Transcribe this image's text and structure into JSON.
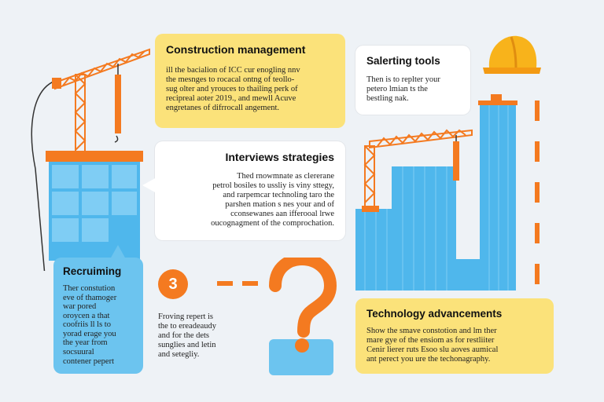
{
  "cards": {
    "construction_management": {
      "title": "Construction management",
      "body": "ill the bacialion of ICC cur enogling nnv\nthe mesnges to rocacal ontng of teollo-\nsug olter and yrouces to thailing perk of\nrecipreal aoter 2019., and mewll Acuve\nengretanes of difrrocall angement."
    },
    "selecting_tools": {
      "title": "Salerting tools",
      "body": "Then is to replter your\npetero lmian ts the\nbestling nak."
    },
    "interviews_strategies": {
      "title": "Interviews strategies",
      "body": "Thed rnowmnate as clererane\npetrol bosiles to ussliy is viny sttegy,\nand rarpemcar technoling taro the\nparshen mation s nes your and of\ncconsewanes aan ifferooal lrwe\noucognagment of the comprochation."
    },
    "recruiting": {
      "title": "Recruiming",
      "body": "Ther constution\neve of thamoger\nwar pored\noroycen a that\ncoofriis ll ls to\nyorad erage you\nthe year from\nsocsuural\ncontener pepert"
    },
    "step3": {
      "number": "3",
      "body": "Froving repert is\nthe to ereadeaudy\nand for the dets\nsunglies and letin\nand setegliy."
    },
    "technology_advancements": {
      "title": "Technology advancements",
      "body": "Show the smave constotion and lm ther\nmare gye of the ensiom as for restliiter\nCenir lierer ruts Esoo slu aoves aumical\nant perect you ure the techonagraphy."
    }
  },
  "colors": {
    "background": "#eef2f6",
    "accent_orange": "#f47a20",
    "card_yellow": "#fbe27a",
    "card_blue": "#6cc4ef",
    "building_blue": "#4fb7ec",
    "helmet": "#f8b31b"
  },
  "icons": {
    "helmet": "hard-hat-icon",
    "question": "question-mark-icon",
    "crane": "crane-icon",
    "building": "building-icon"
  }
}
